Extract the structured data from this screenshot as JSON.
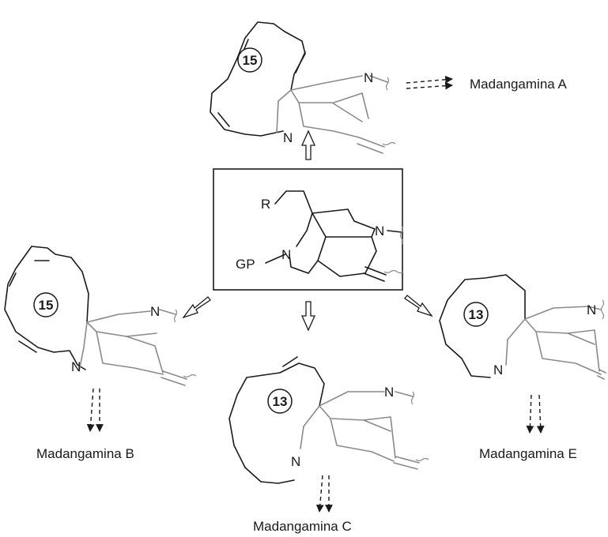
{
  "core": {
    "substituent_r": "R",
    "protecting_group": "GP",
    "nitrogen": "N"
  },
  "molecules": [
    {
      "id": "A",
      "ring_size": "15",
      "label": "Madangamina A",
      "nitrogen": "N"
    },
    {
      "id": "B",
      "ring_size": "15",
      "label": "Madangamina B",
      "nitrogen": "N"
    },
    {
      "id": "C",
      "ring_size": "13",
      "label": "Madangamina C",
      "nitrogen": "N"
    },
    {
      "id": "E",
      "ring_size": "13",
      "label": "Madangamina E",
      "nitrogen": "N"
    }
  ]
}
